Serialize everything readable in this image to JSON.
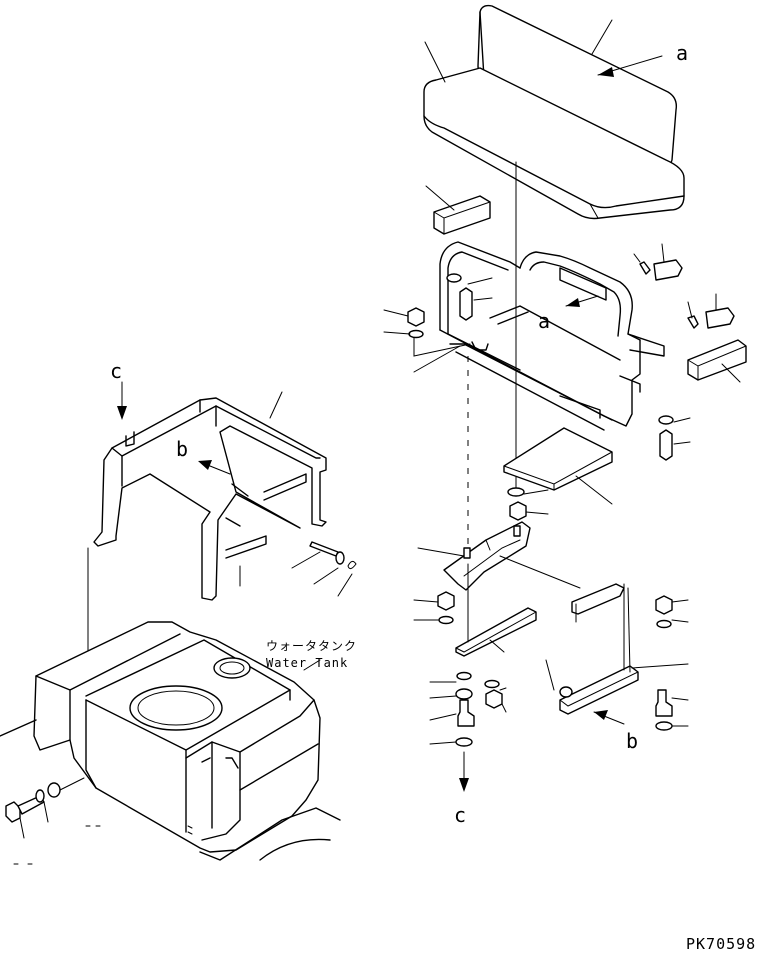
{
  "labels": {
    "a": "a",
    "b": "b",
    "c": "c"
  },
  "water_tank": {
    "jp": "ウォータタンク",
    "en": "Water Tank"
  },
  "drawing_code": "PK70598"
}
